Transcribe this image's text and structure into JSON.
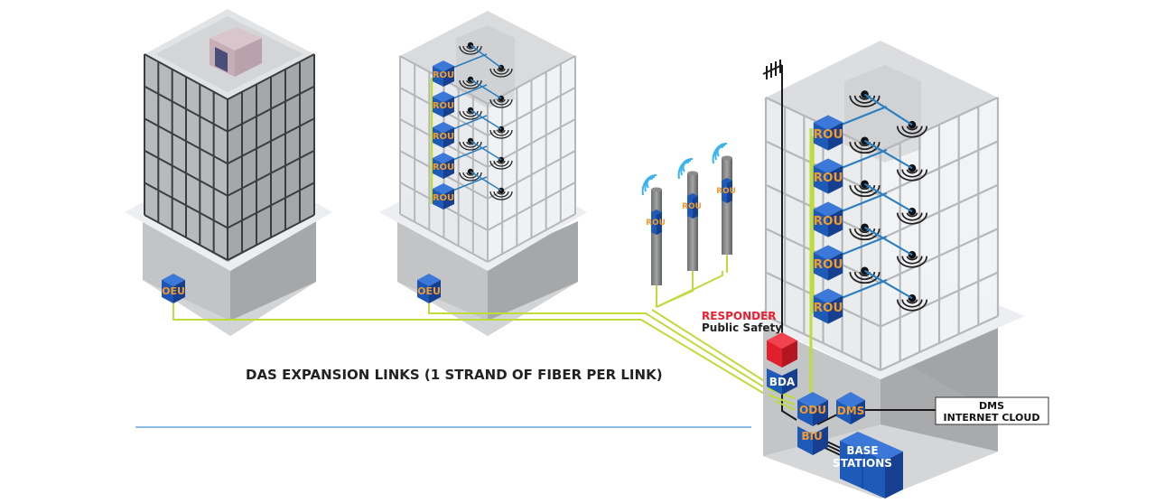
{
  "diagram": {
    "title_label": "DAS EXPANSION LINKS (1 STRAND OF FIBER PER LINK)",
    "colors": {
      "fiber": "#bfdc3c",
      "coax": "#2a7fc2",
      "unit_blue": "#1e5bb8",
      "unit_text": "#f39a2c",
      "responder_red": "#e8202f",
      "divider": "#6aa6d6",
      "signal_wave": "#3ab4ee"
    },
    "buildings": [
      {
        "id": "building-1",
        "unit_label": "OEU"
      },
      {
        "id": "building-2",
        "unit_label": "OEU",
        "remote_units": [
          "ROU",
          "ROU",
          "ROU",
          "ROU",
          "ROU"
        ]
      },
      {
        "id": "building-3",
        "remote_units": [
          "ROU",
          "ROU",
          "ROU",
          "ROU",
          "ROU"
        ]
      }
    ],
    "poles": [
      {
        "unit_label": "ROU"
      },
      {
        "unit_label": "ROU"
      },
      {
        "unit_label": "ROU"
      }
    ],
    "head_end": {
      "responder_line1": "RESPONDER",
      "responder_line2": "Public Safety",
      "bda_label": "BDA",
      "odu_label": "ODU",
      "dms_label": "DMS",
      "biu_label": "BIU",
      "base_stations_line1": "BASE",
      "base_stations_line2": "STATIONS",
      "cloud_line1": "DMS",
      "cloud_line2": "INTERNET CLOUD"
    }
  }
}
